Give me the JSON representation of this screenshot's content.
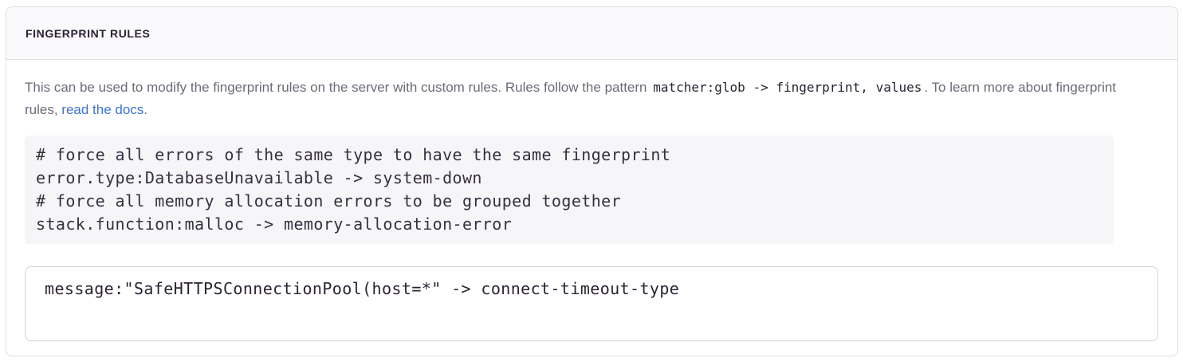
{
  "panel": {
    "title": "FINGERPRINT RULES",
    "description": {
      "text_before_code": "This can be used to modify the fingerprint rules on the server with custom rules. Rules follow the pattern ",
      "inline_code": "matcher:glob -> fingerprint, values",
      "text_after_code": ". To learn more about fingerprint rules, ",
      "link_text": "read the docs."
    },
    "example_code": "# force all errors of the same type to have the same fingerprint\nerror.type:DatabaseUnavailable -> system-down\n# force all memory allocation errors to be grouped together\nstack.function:malloc -> memory-allocation-error",
    "rules_input": {
      "value": "message:\"SafeHTTPSConnectionPool(host=*\" -> connect-timeout-type"
    }
  },
  "colors": {
    "link_blue": "#3b72d8",
    "panel_border": "#e0dce4",
    "header_bg": "#faf9fb",
    "code_bg": "#f6f5f8",
    "text_muted": "#6e6a78",
    "text_dark": "#2b2233"
  }
}
